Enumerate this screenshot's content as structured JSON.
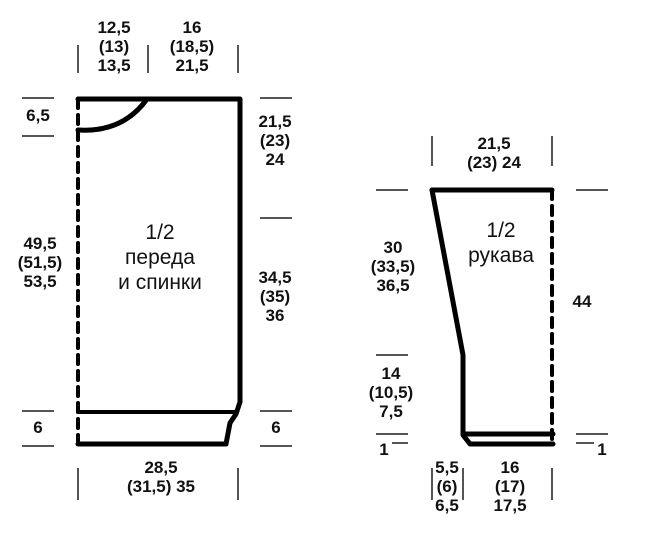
{
  "body_piece": {
    "title": [
      "1/2",
      "переда",
      "и спинки"
    ],
    "neck_width": [
      "12,5",
      "(13)",
      "13,5"
    ],
    "shoulder_width": [
      "16",
      "(18,5)",
      "21,5"
    ],
    "neck_depth": "6,5",
    "armhole_height": [
      "21,5",
      "(23)",
      "24"
    ],
    "side_length": [
      "34,5",
      "(35)",
      "36"
    ],
    "total_length": [
      "49,5",
      "(51,5)",
      "53,5"
    ],
    "hem_left": "6",
    "hem_right": "6",
    "bottom_width": [
      "28,5",
      "(31,5) 35"
    ]
  },
  "sleeve_piece": {
    "title": [
      "1/2",
      "рукава"
    ],
    "top_width": [
      "21,5",
      "(23) 24"
    ],
    "upper_slope": [
      "30",
      "(33,5)",
      "36,5"
    ],
    "lower_straight": [
      "14",
      "(10,5)",
      "7,5"
    ],
    "cuff_left": "1",
    "cuff_right": "1",
    "total_length": "44",
    "bottom_offset": [
      "5,5",
      "(6)",
      "6,5"
    ],
    "bottom_width": [
      "16",
      "(17)",
      "17,5"
    ]
  },
  "colors": {
    "line": "#000000",
    "background": "#ffffff"
  }
}
